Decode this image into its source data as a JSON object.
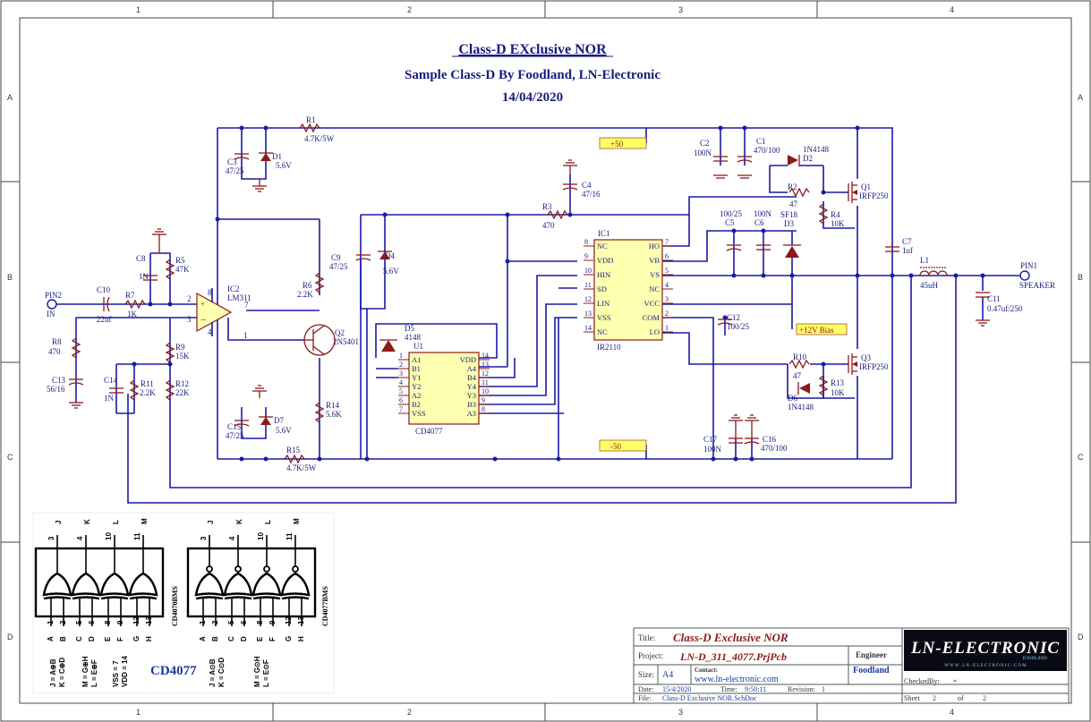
{
  "title": {
    "line1": "Class-D EXclusive NOR",
    "line2": "Sample Class-D By Foodland, LN-Electronic",
    "line3": "14/04/2020"
  },
  "grid": {
    "cols": [
      "1",
      "2",
      "3",
      "4"
    ],
    "rows": [
      "A",
      "B",
      "C",
      "D"
    ]
  },
  "rails": {
    "pos": "+50",
    "neg": "-50",
    "bias": "+12V Bias"
  },
  "components": {
    "R1": {
      "ref": "R1",
      "val": "4.7K/5W"
    },
    "R2": {
      "ref": "R2",
      "val": "47"
    },
    "R3": {
      "ref": "R3",
      "val": "470"
    },
    "R4": {
      "ref": "R4",
      "val": "10K"
    },
    "R5": {
      "ref": "R5",
      "val": "47K"
    },
    "R6": {
      "ref": "R6",
      "val": "2.2K"
    },
    "R7": {
      "ref": "R7",
      "val": "1K"
    },
    "R8": {
      "ref": "R8",
      "val": "470"
    },
    "R9": {
      "ref": "R9",
      "val": "15K"
    },
    "R10": {
      "ref": "R10",
      "val": "47"
    },
    "R11": {
      "ref": "R11",
      "val": "2.2K"
    },
    "R12": {
      "ref": "R12",
      "val": "22K"
    },
    "R13": {
      "ref": "R13",
      "val": "10K"
    },
    "R14": {
      "ref": "R14",
      "val": "5.6K"
    },
    "R15": {
      "ref": "R15",
      "val": "4.7K/5W"
    },
    "C1": {
      "ref": "C1",
      "val": "470/100"
    },
    "C2": {
      "ref": "C2",
      "val": "100N"
    },
    "C3": {
      "ref": "C3",
      "val": "47/25"
    },
    "C4": {
      "ref": "C4",
      "val": "47/16"
    },
    "C5": {
      "ref": "C5",
      "val": "100/25"
    },
    "C6": {
      "ref": "C6",
      "val": "100N"
    },
    "C7": {
      "ref": "C7",
      "val": "1uf"
    },
    "C8": {
      "ref": "C8",
      "val": "1N"
    },
    "C9": {
      "ref": "C9",
      "val": "47/25"
    },
    "C10": {
      "ref": "C10",
      "val": "22uf"
    },
    "C11": {
      "ref": "C11",
      "val": "0.47uf/250"
    },
    "C12": {
      "ref": "C12",
      "val": "100/25"
    },
    "C13": {
      "ref": "C13",
      "val": "56/16"
    },
    "C14": {
      "ref": "C14",
      "val": "1N"
    },
    "C15": {
      "ref": "C15",
      "val": "47/25"
    },
    "C16": {
      "ref": "C16",
      "val": "470/100"
    },
    "C17": {
      "ref": "C17",
      "val": "100N"
    },
    "D1": {
      "ref": "D1",
      "val": "5.6V"
    },
    "D2": {
      "ref": "D2",
      "val": "1N4148"
    },
    "D3": {
      "ref": "D3",
      "val": "SF18"
    },
    "D4": {
      "ref": "D4",
      "val": "5.6V"
    },
    "D5": {
      "ref": "D5",
      "val": "4148"
    },
    "D6": {
      "ref": "D6",
      "val": "1N4148"
    },
    "D7": {
      "ref": "D7",
      "val": "5.6V"
    },
    "Q1": {
      "ref": "Q1",
      "val": "IRFP250"
    },
    "Q2": {
      "ref": "Q2",
      "val": "2N5401"
    },
    "Q3": {
      "ref": "Q3",
      "val": "IRFP250"
    },
    "L1": {
      "ref": "L1",
      "val": "45uH"
    },
    "IC2": {
      "ref": "IC2",
      "val": "LM311"
    },
    "PIN1": {
      "ref": "PIN1",
      "val": "SPEAKER"
    },
    "PIN2": {
      "ref": "PIN2",
      "val": "IN"
    }
  },
  "ir2110": {
    "ref": "IC1",
    "val": "IR2110",
    "left": [
      {
        "num": "8",
        "name": "NC"
      },
      {
        "num": "9",
        "name": "VDD"
      },
      {
        "num": "10",
        "name": "HIN"
      },
      {
        "num": "11",
        "name": "SD"
      },
      {
        "num": "12",
        "name": "LIN"
      },
      {
        "num": "13",
        "name": "VSS"
      },
      {
        "num": "14",
        "name": "NC"
      }
    ],
    "right": [
      {
        "num": "7",
        "name": "HO"
      },
      {
        "num": "6",
        "name": "VB"
      },
      {
        "num": "5",
        "name": "VS"
      },
      {
        "num": "4",
        "name": "NC"
      },
      {
        "num": "3",
        "name": "VCC"
      },
      {
        "num": "2",
        "name": "COM"
      },
      {
        "num": "1",
        "name": "LO"
      }
    ]
  },
  "cd4077": {
    "ref": "U1",
    "val": "CD4077",
    "left": [
      {
        "num": "1",
        "name": "A1"
      },
      {
        "num": "2",
        "name": "B1"
      },
      {
        "num": "3",
        "name": "Y1"
      },
      {
        "num": "4",
        "name": "Y2"
      },
      {
        "num": "5",
        "name": "A2"
      },
      {
        "num": "6",
        "name": "B2"
      },
      {
        "num": "7",
        "name": "VSS"
      }
    ],
    "right": [
      {
        "num": "14",
        "name": "VDD"
      },
      {
        "num": "13",
        "name": "A4"
      },
      {
        "num": "12",
        "name": "B4"
      },
      {
        "num": "11",
        "name": "Y4"
      },
      {
        "num": "10",
        "name": "Y3"
      },
      {
        "num": "9",
        "name": "B3"
      },
      {
        "num": "8",
        "name": "A3"
      }
    ]
  },
  "lm311_pins": [
    "2",
    "3",
    "8",
    "4",
    "7",
    "1"
  ],
  "pinouts": {
    "chip1": {
      "name": "CD4070BMS",
      "top": [
        "3",
        "J",
        "4",
        "K",
        "10",
        "L",
        "11",
        "M"
      ],
      "bottom": [
        "1",
        "2",
        "5",
        "6",
        "8",
        "9",
        "12",
        "13"
      ],
      "bottom_letters": [
        "A",
        "B",
        "C",
        "D",
        "E",
        "F",
        "G",
        "H"
      ],
      "notes_a": [
        "J = A⊕B",
        "K = C⊕D"
      ],
      "notes_b": [
        "M = G⊕H",
        "L = E⊕F"
      ],
      "notes_c": [
        "VSS = 7",
        "VDD = 14"
      ]
    },
    "chip2": {
      "name": "CD4077BMS",
      "top": [
        "3",
        "J",
        "4",
        "K",
        "10",
        "L",
        "11",
        "M"
      ],
      "bottom": [
        "1",
        "2",
        "5",
        "6",
        "8",
        "9",
        "12",
        "13"
      ],
      "bottom_letters": [
        "A",
        "B",
        "C",
        "D",
        "E",
        "F",
        "G",
        "H"
      ],
      "notes_a": [
        "J = A⊙B",
        "K = C⊙D"
      ],
      "notes_b": [
        "M = G⊙H",
        "L = E⊙F"
      ]
    },
    "label": "CD4077"
  },
  "title_block": {
    "title_label": "Title:",
    "title": "Class-D  Exclusive NOR",
    "project_label": "Project:",
    "project": "LN-D_311_4077.PrjPcb",
    "engineer_label": "Engineer",
    "engineer": "Foodland",
    "size_label": "Size:",
    "size": "A4",
    "contact_label": "Contact:",
    "contact": "www.ln-electronic.com",
    "date_label": "Date:",
    "date": "15/4/2020",
    "time_label": "Time:",
    "time": "9:50:11",
    "revision_label": "Revision:",
    "revision": "1",
    "file_label": "File:",
    "file": "Class-D Exclusive NOR.SchDoc",
    "checked_label": "CheckedBy:",
    "checked": "*",
    "sheet_label": "Sheet",
    "sheet": "2",
    "of_label": "of",
    "of": "2",
    "logo": "LN-ELECTRONIC",
    "logo_sub": "FOODLAND",
    "logo_url": "W W W . L N - E L E C T R O N I C . C O M"
  },
  "colors": {
    "wire": "#1a1aa6",
    "part": "#8b1a1a",
    "ic_fill": "#ffffb0",
    "rail_fill": "#ffff66"
  }
}
